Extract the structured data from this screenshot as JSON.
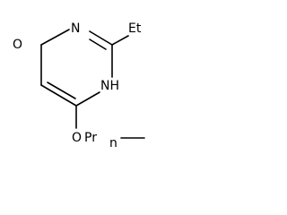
{
  "molecule": {
    "atoms": {
      "carbonyl_oxygen": "O",
      "ring_nitrogen_top": "N",
      "ethyl_group": "Et",
      "ring_nitrogen_nh": "NH",
      "propoxy_oxygen": "O",
      "propyl_group": "Pr",
      "propyl_suffix": "n"
    },
    "colors": {
      "bond": "#000000",
      "label": "#000000",
      "background": "#ffffff"
    }
  }
}
